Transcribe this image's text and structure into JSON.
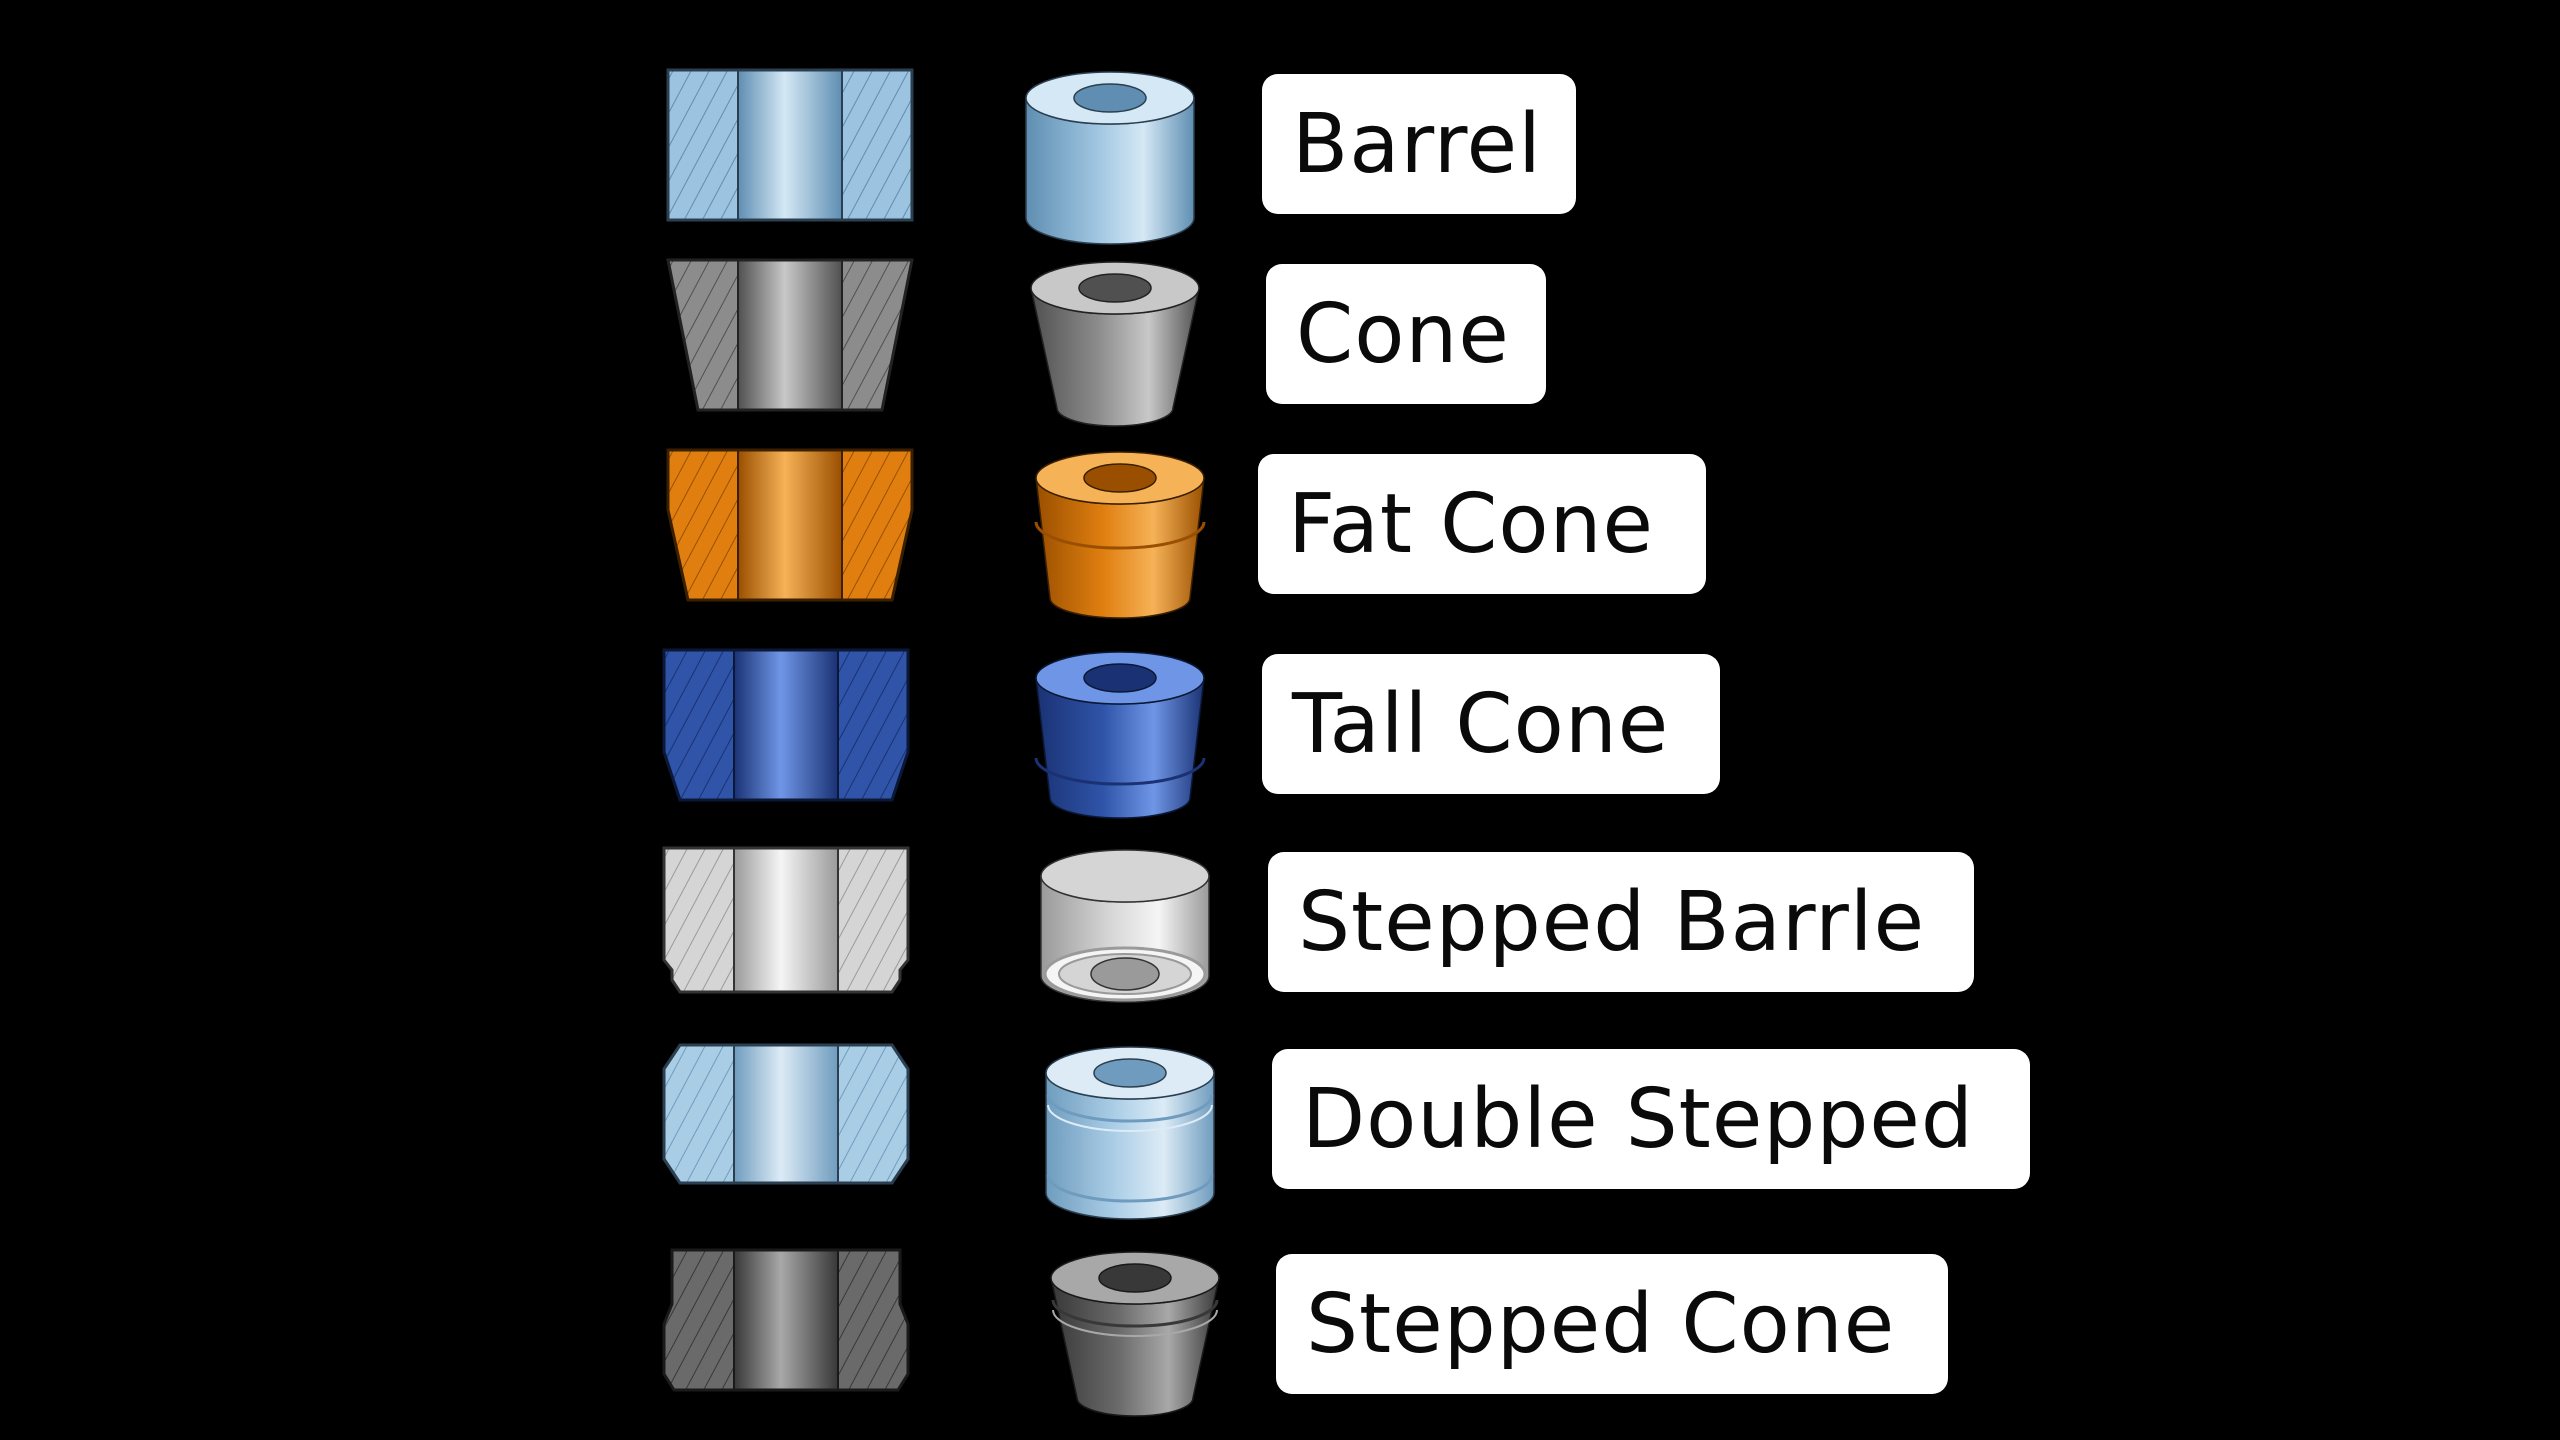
{
  "figure": {
    "background": "#000000",
    "bushings": [
      {
        "id": "barrel",
        "label": "Barrel",
        "profile": "barrel",
        "colors": {
          "base": "#9cc3df",
          "light": "#d4e8f5",
          "dark": "#5f8eb2",
          "edge": "#2b3f50"
        }
      },
      {
        "id": "cone",
        "label": "Cone",
        "profile": "cone",
        "colors": {
          "base": "#8c8c8c",
          "light": "#c8c8c8",
          "dark": "#505050",
          "edge": "#222222"
        }
      },
      {
        "id": "fat-cone",
        "label": "Fat Cone",
        "profile": "fat-cone",
        "colors": {
          "base": "#e07f10",
          "light": "#f6b257",
          "dark": "#9a4f00",
          "edge": "#3a2000"
        }
      },
      {
        "id": "tall-cone",
        "label": "Tall Cone",
        "profile": "tall-cone",
        "colors": {
          "base": "#2f54a8",
          "light": "#6f96e6",
          "dark": "#1a3274",
          "edge": "#0c1838"
        }
      },
      {
        "id": "stepped-barrle",
        "label": "Stepped Barrle",
        "profile": "stepped-barrel",
        "colors": {
          "base": "#d5d5d5",
          "light": "#f5f5f5",
          "dark": "#9a9a9a",
          "edge": "#333333"
        }
      },
      {
        "id": "double-stepped",
        "label": "Double Stepped",
        "profile": "double-stepped",
        "colors": {
          "base": "#aacde6",
          "light": "#dcebf6",
          "dark": "#6f9cbe",
          "edge": "#2b3f50"
        }
      },
      {
        "id": "stepped-cone",
        "label": "Stepped Cone",
        "profile": "stepped-cone",
        "colors": {
          "base": "#6a6a6a",
          "light": "#a8a8a8",
          "dark": "#383838",
          "edge": "#1a1a1a"
        }
      }
    ]
  }
}
